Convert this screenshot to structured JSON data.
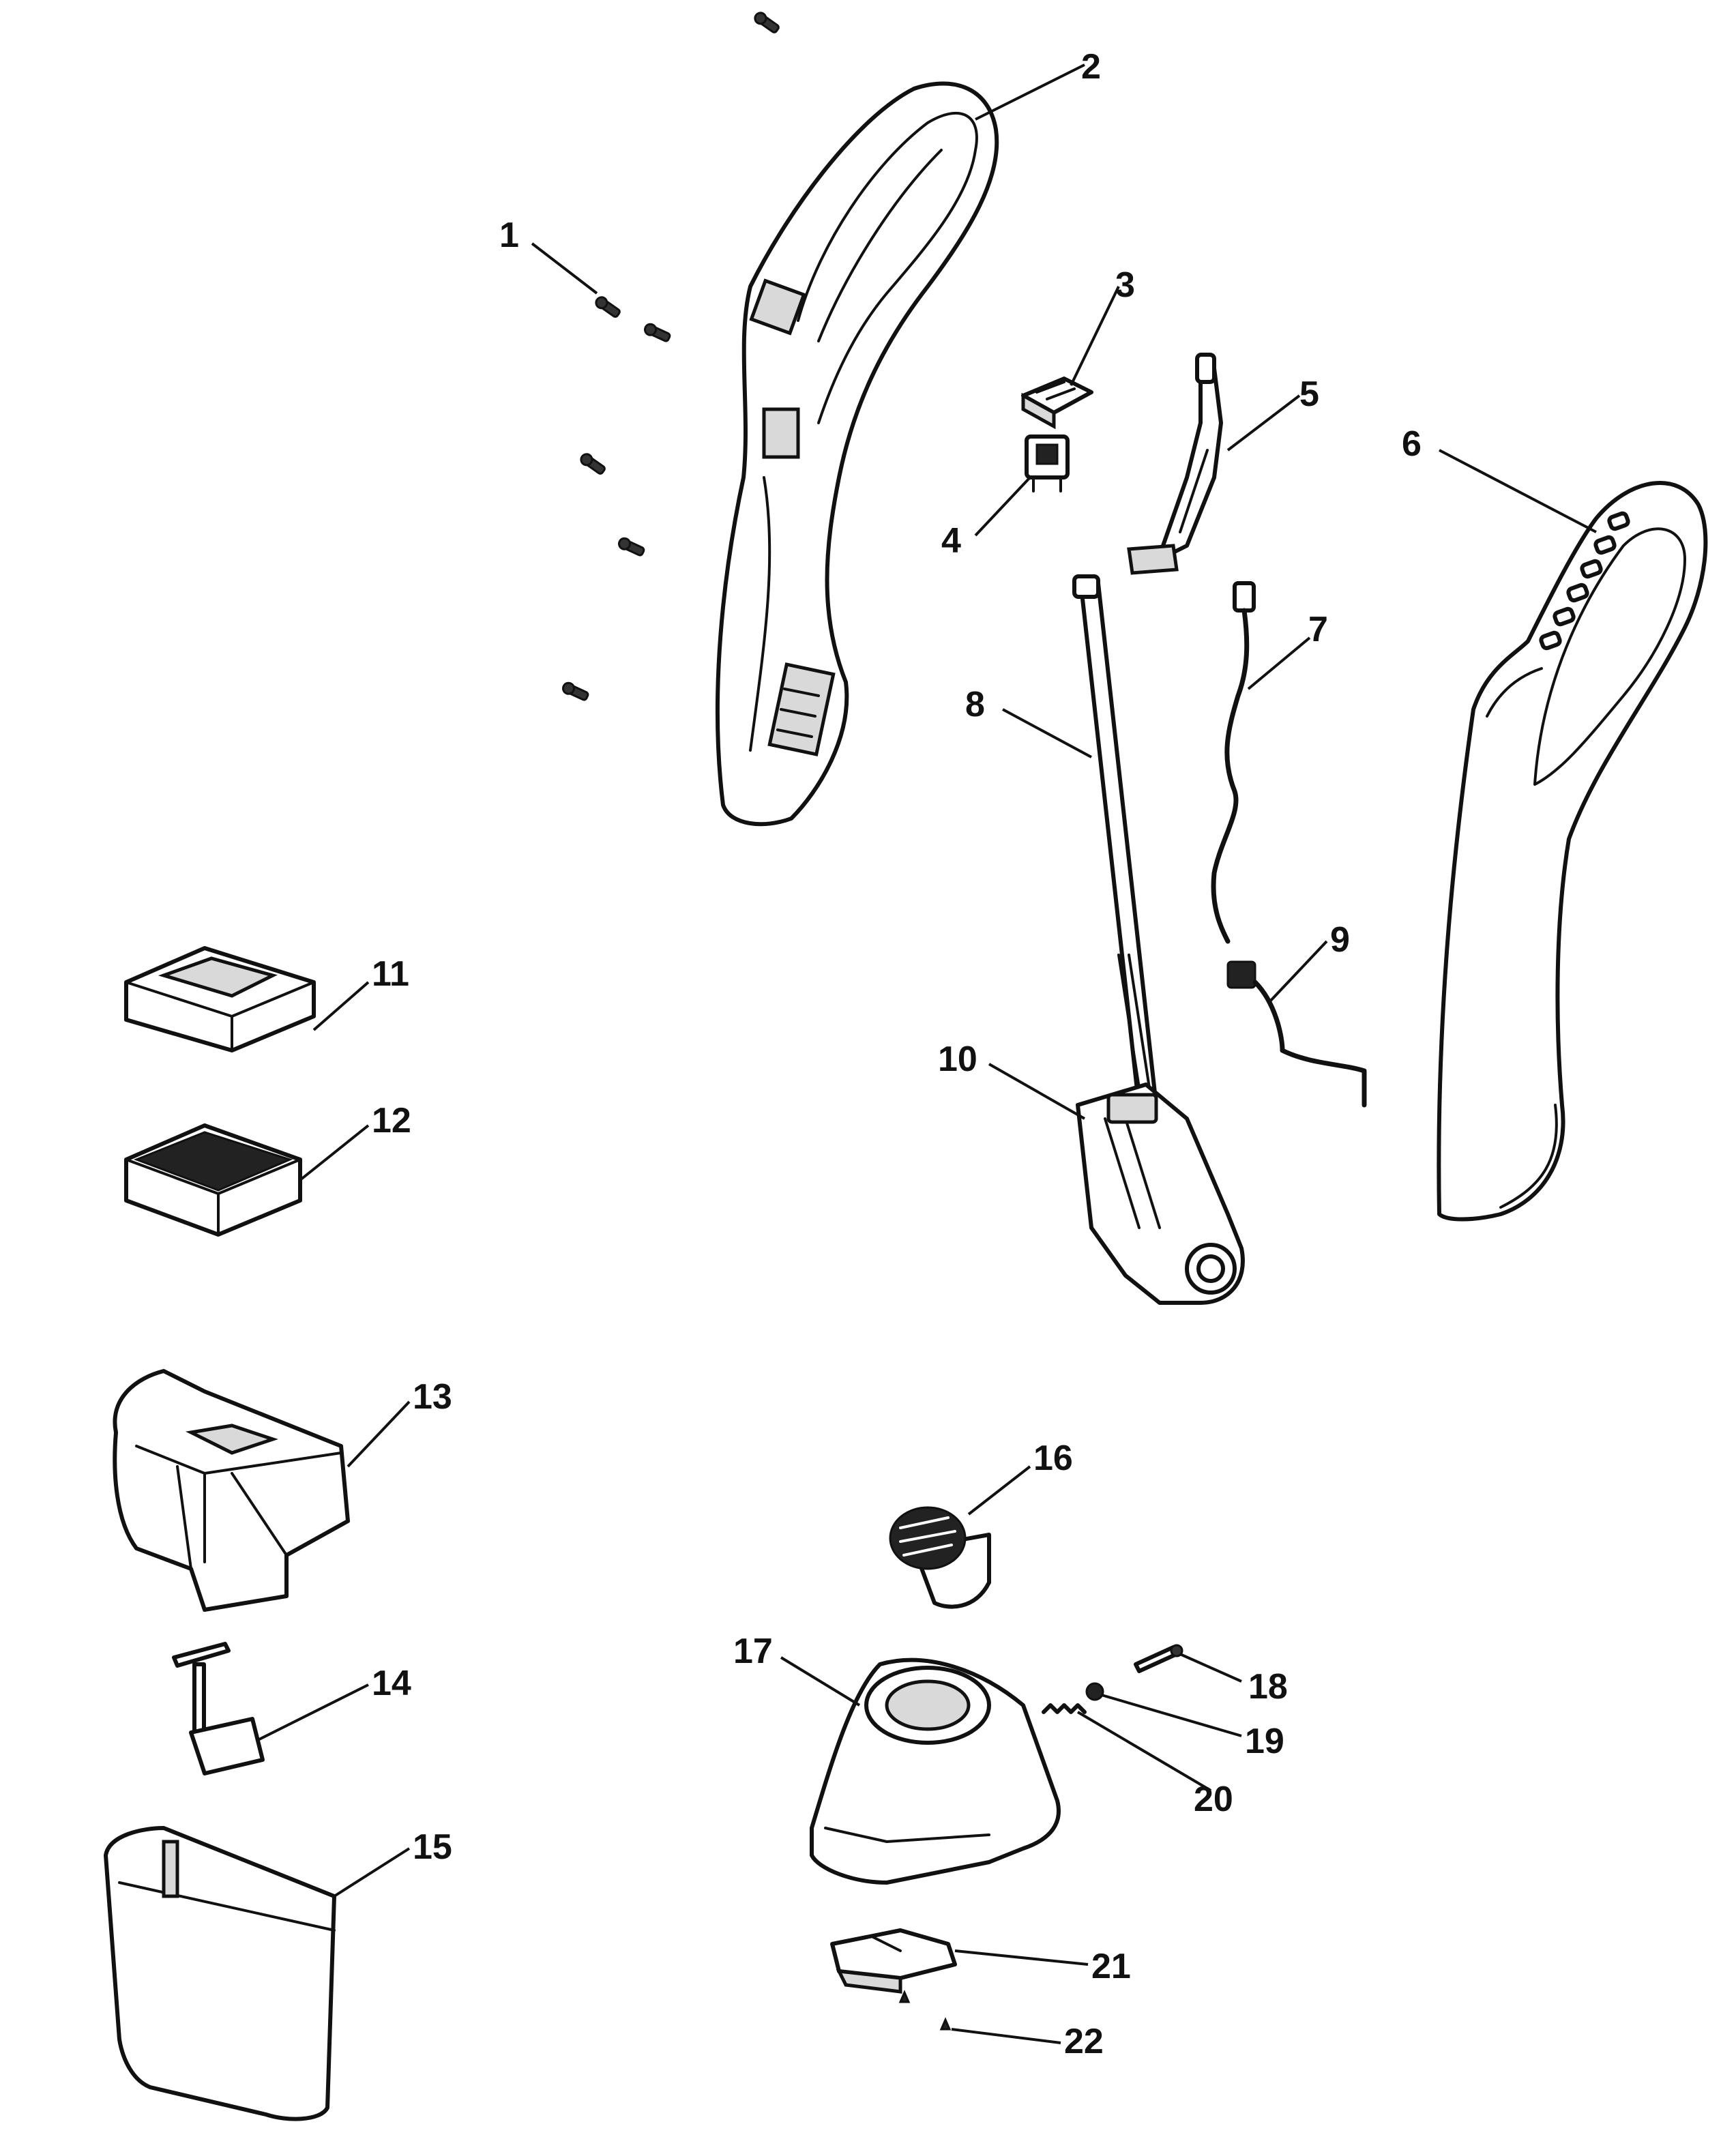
{
  "diagram": {
    "type": "exploded-parts-diagram",
    "callouts": [
      "1",
      "2",
      "3",
      "4",
      "5",
      "6",
      "7",
      "8",
      "9",
      "10",
      "11",
      "12",
      "13",
      "14",
      "15",
      "16",
      "17",
      "18",
      "19",
      "20",
      "21",
      "22"
    ]
  }
}
